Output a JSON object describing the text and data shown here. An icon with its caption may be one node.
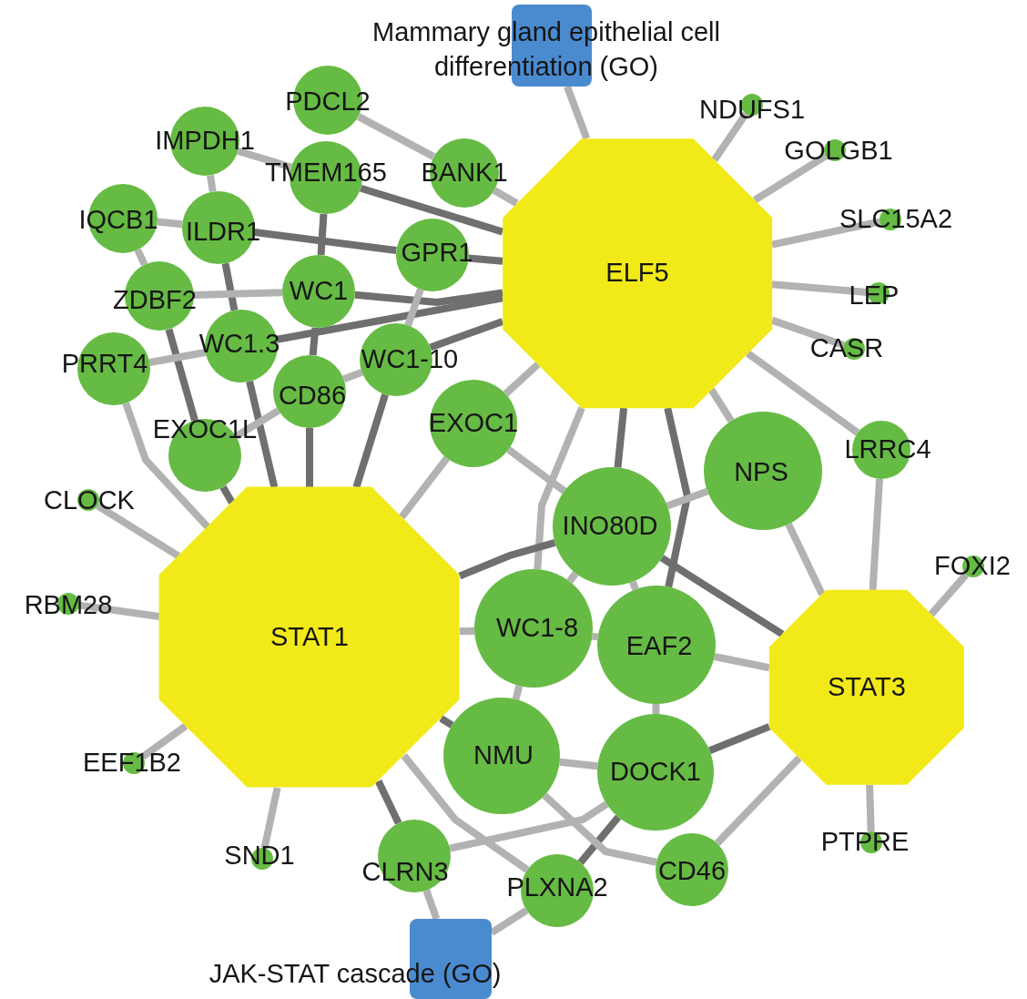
{
  "diagram": {
    "nodes": [
      {
        "text": [
          "Mammary gland epithelial cell differentiation (GO)"
        ]
      },
      {
        "text": [
          "PDCL2"
        ]
      },
      {
        "text": [
          "IMPDH1"
        ]
      },
      {
        "text": [
          "TMEM165"
        ]
      },
      {
        "text": [
          "BANK1"
        ]
      },
      {
        "text": [
          "ELF5"
        ]
      },
      {
        "text": [
          "NDUFS1"
        ]
      },
      {
        "text": [
          "GOLGB1"
        ]
      },
      {
        "text": [
          "IQCB1"
        ]
      },
      {
        "text": [
          "ILDR1"
        ]
      },
      {
        "text": [
          "GPR1"
        ]
      },
      {
        "text": [
          "SLC15A2"
        ]
      },
      {
        "text": [
          "ZDBF2"
        ]
      },
      {
        "text": [
          "WC1"
        ]
      },
      {
        "text": [
          "LEP"
        ]
      },
      {
        "text": [
          "WC1.3"
        ]
      },
      {
        "text": [
          "PRRT4"
        ]
      },
      {
        "text": [
          "CASR"
        ]
      },
      {
        "text": [
          "WC1-10"
        ]
      },
      {
        "text": [
          "CD86"
        ]
      },
      {
        "text": [
          "EXOC1L"
        ]
      },
      {
        "text": [
          "EXOC1"
        ]
      },
      {
        "text": [
          "LRRC4"
        ]
      },
      {
        "text": [
          "NPS"
        ]
      },
      {
        "text": [
          "CLOCK"
        ]
      },
      {
        "text": [
          "INO80D"
        ]
      },
      {
        "text": [
          "FOXI2"
        ]
      },
      {
        "text": [
          "RBM28"
        ]
      },
      {
        "text": [
          "STAT1"
        ]
      },
      {
        "text": [
          "WC1-8"
        ]
      },
      {
        "text": [
          "EAF2"
        ]
      },
      {
        "text": [
          "STAT3"
        ]
      },
      {
        "text": [
          "NMU"
        ]
      },
      {
        "text": [
          "DOCK1"
        ]
      },
      {
        "text": [
          "EEF1B2"
        ]
      },
      {
        "text": [
          "PTPRE"
        ]
      },
      {
        "text": [
          "SND1"
        ]
      },
      {
        "text": [
          "CLRN3"
        ]
      },
      {
        "text": [
          "CD46"
        ]
      },
      {
        "text": [
          "PLXNA2"
        ]
      },
      {
        "text": [
          "JAK-STAT cascade (GO)"
        ]
      }
    ],
    "edges": [
      {
        "from": 0,
        "to": 5,
        "arrow": "none"
      },
      {
        "from": 1,
        "to": 4,
        "arrow": "none"
      },
      {
        "from": 2,
        "to": 3,
        "arrow": "none"
      },
      {
        "from": 3,
        "to": 5,
        "arrow": "none",
        "color": "#6f6f6f"
      },
      {
        "from": 4,
        "to": 5,
        "arrow": "none"
      },
      {
        "from": 6,
        "to": 5,
        "arrow": "none"
      },
      {
        "from": 7,
        "to": 5,
        "arrow": "none"
      },
      {
        "from": 11,
        "to": 5,
        "arrow": "none"
      },
      {
        "from": 14,
        "to": 5,
        "arrow": "none"
      },
      {
        "from": 17,
        "to": 5,
        "arrow": "none"
      },
      {
        "from": 22,
        "to": 5,
        "arrow": "none"
      },
      {
        "from": 23,
        "to": 5,
        "arrow": "none"
      },
      {
        "from": 9,
        "to": 10,
        "arrow": "none",
        "color": "#6f6f6f"
      },
      {
        "from": 10,
        "to": 5,
        "arrow": "none",
        "color": "#6f6f6f"
      },
      {
        "from": 13,
        "to": 5,
        "arrow": "none",
        "color": "#6f6f6f"
      },
      {
        "from": 15,
        "to": 5,
        "arrow": "none",
        "color": "#6f6f6f"
      },
      {
        "from": 18,
        "to": 5,
        "arrow": "none",
        "color": "#6f6f6f"
      },
      {
        "from": 21,
        "to": 5,
        "arrow": "none"
      },
      {
        "from": 25,
        "to": 5,
        "arrow": "none",
        "color": "#6f6f6f"
      },
      {
        "from": 29,
        "to": 5,
        "arrow": "none"
      },
      {
        "from": 30,
        "to": 5,
        "arrow": "none",
        "color": "#6f6f6f"
      },
      {
        "from": 24,
        "to": 28,
        "arrow": "none"
      },
      {
        "from": 27,
        "to": 28,
        "arrow": "none"
      },
      {
        "from": 34,
        "to": 28,
        "arrow": "none"
      },
      {
        "from": 36,
        "to": 28,
        "arrow": "none"
      },
      {
        "from": 37,
        "to": 28,
        "arrow": "none",
        "color": "#6f6f6f"
      },
      {
        "from": 16,
        "to": 28,
        "arrow": "none"
      },
      {
        "from": 20,
        "to": 28,
        "arrow": "none",
        "color": "#6f6f6f"
      },
      {
        "from": 12,
        "to": 20,
        "arrow": "none",
        "color": "#6f6f6f"
      },
      {
        "from": 15,
        "to": 28,
        "arrow": "none",
        "color": "#6f6f6f"
      },
      {
        "from": 19,
        "to": 28,
        "arrow": "none",
        "color": "#6f6f6f"
      },
      {
        "from": 18,
        "to": 28,
        "arrow": "none",
        "color": "#6f6f6f"
      },
      {
        "from": 21,
        "to": 28,
        "arrow": "none"
      },
      {
        "from": 25,
        "to": 28,
        "arrow": "none",
        "color": "#6f6f6f"
      },
      {
        "from": 29,
        "to": 28,
        "arrow": "none"
      },
      {
        "from": 32,
        "to": 28,
        "arrow": "none",
        "color": "#6f6f6f"
      },
      {
        "from": 39,
        "to": 28,
        "arrow": "none"
      },
      {
        "from": 26,
        "to": 31,
        "arrow": "none"
      },
      {
        "from": 35,
        "to": 31,
        "arrow": "none"
      },
      {
        "from": 22,
        "to": 31,
        "arrow": "none"
      },
      {
        "from": 23,
        "to": 31,
        "arrow": "none"
      },
      {
        "from": 25,
        "to": 31,
        "arrow": "none",
        "color": "#6f6f6f"
      },
      {
        "from": 30,
        "to": 31,
        "arrow": "none"
      },
      {
        "from": 33,
        "to": 31,
        "arrow": "none",
        "color": "#6f6f6f"
      },
      {
        "from": 38,
        "to": 31,
        "arrow": "none"
      },
      {
        "from": 39,
        "to": 33,
        "arrow": "none",
        "color": "#6f6f6f"
      },
      {
        "from": 21,
        "to": 25,
        "arrow": "none"
      },
      {
        "from": 23,
        "to": 25,
        "arrow": "none"
      },
      {
        "from": 25,
        "to": 29,
        "arrow": "none"
      },
      {
        "from": 25,
        "to": 30,
        "arrow": "none"
      },
      {
        "from": 29,
        "to": 30,
        "arrow": "none"
      },
      {
        "from": 29,
        "to": 32,
        "arrow": "none"
      },
      {
        "from": 30,
        "to": 33,
        "arrow": "none"
      },
      {
        "from": 32,
        "to": 33,
        "arrow": "none"
      },
      {
        "from": 32,
        "to": 38,
        "arrow": "none"
      },
      {
        "from": 33,
        "to": 37,
        "arrow": "none"
      },
      {
        "from": 37,
        "to": 40,
        "arrow": "none"
      },
      {
        "from": 39,
        "to": 40,
        "arrow": "none"
      },
      {
        "from": 8,
        "to": 12,
        "arrow": "none"
      },
      {
        "from": 8,
        "to": 9,
        "arrow": "none"
      },
      {
        "from": 2,
        "to": 9,
        "arrow": "none"
      },
      {
        "from": 9,
        "to": 15,
        "arrow": "none",
        "color": "#6f6f6f"
      },
      {
        "from": 3,
        "to": 13,
        "arrow": "none",
        "color": "#6f6f6f"
      },
      {
        "from": 13,
        "to": 19,
        "arrow": "none",
        "color": "#6f6f6f"
      },
      {
        "from": 10,
        "to": 18,
        "arrow": "none"
      },
      {
        "from": 19,
        "to": 20,
        "arrow": "none"
      },
      {
        "from": 12,
        "to": 13,
        "arrow": "none"
      },
      {
        "from": 16,
        "to": 15,
        "arrow": "none"
      },
      {
        "from": 19,
        "to": 18,
        "arrow": "none"
      }
    ]
  }
}
